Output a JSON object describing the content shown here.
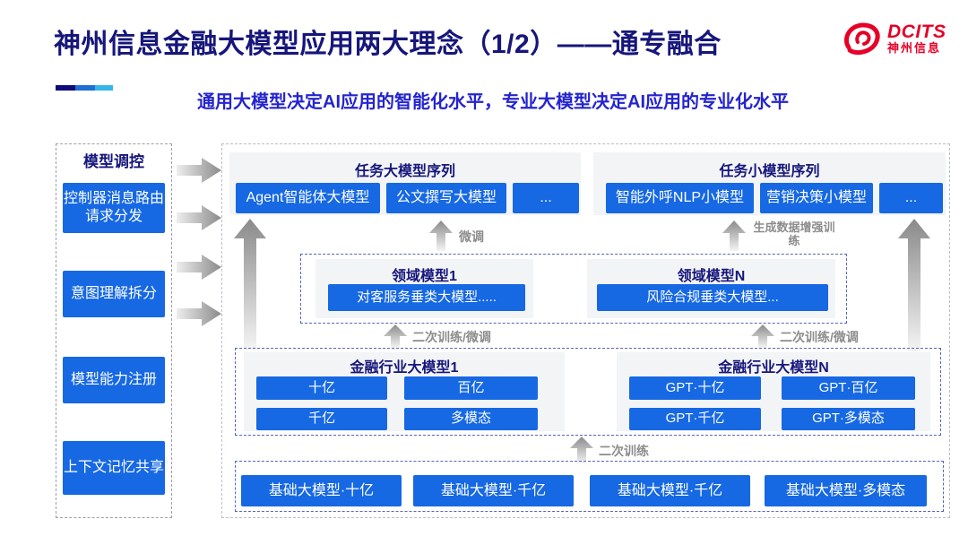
{
  "colors": {
    "accent_blue": "#1668e3",
    "navy": "#16167b",
    "subtitle_blue": "#2424cf",
    "brand_red": "#e60027",
    "label_gray": "#8c8c8c"
  },
  "header": {
    "title": "神州信息金融大模型应用两大理念（1/2）——通专融合",
    "subtitle": "通用大模型决定AI应用的智能化水平，专业大模型决定AI应用的专业化水平",
    "logo": {
      "brand": "DCITS",
      "brand_cn": "神州信息"
    }
  },
  "sidebar": {
    "title": "模型调控",
    "items": [
      "控制器消息路由请求分发",
      "意图理解拆分",
      "模型能力注册",
      "上下文记忆共享"
    ]
  },
  "task_large": {
    "title": "任务大模型序列",
    "items": [
      "Agent智能体大模型",
      "公文撰写大模型",
      "..."
    ]
  },
  "task_small": {
    "title": "任务小模型序列",
    "items": [
      "智能外呼NLP小模型",
      "营销决策小模型",
      "..."
    ]
  },
  "labels": {
    "finetune": "微调",
    "data_aug": "生成数据增强训练",
    "retrain_finetune_left": "二次训练/微调",
    "retrain_finetune_right": "二次训练/微调",
    "retrain": "二次训练"
  },
  "domain": {
    "groups": [
      {
        "title": "领域模型1",
        "item": "对客服务垂类大模型....."
      },
      {
        "title": "领域模型N",
        "item": "风险合规垂类大模型..."
      }
    ]
  },
  "industry": {
    "groups": [
      {
        "title": "金融行业大模型1",
        "items": [
          "十亿",
          "百亿",
          "千亿",
          "多模态"
        ]
      },
      {
        "title": "金融行业大模型N",
        "items": [
          "GPT·十亿",
          "GPT·百亿",
          "GPT·千亿",
          "GPT·多模态"
        ]
      }
    ]
  },
  "base": {
    "items": [
      "基础大模型·十亿",
      "基础大模型·千亿",
      "基础大模型·千亿",
      "基础大模型·多模态"
    ]
  }
}
